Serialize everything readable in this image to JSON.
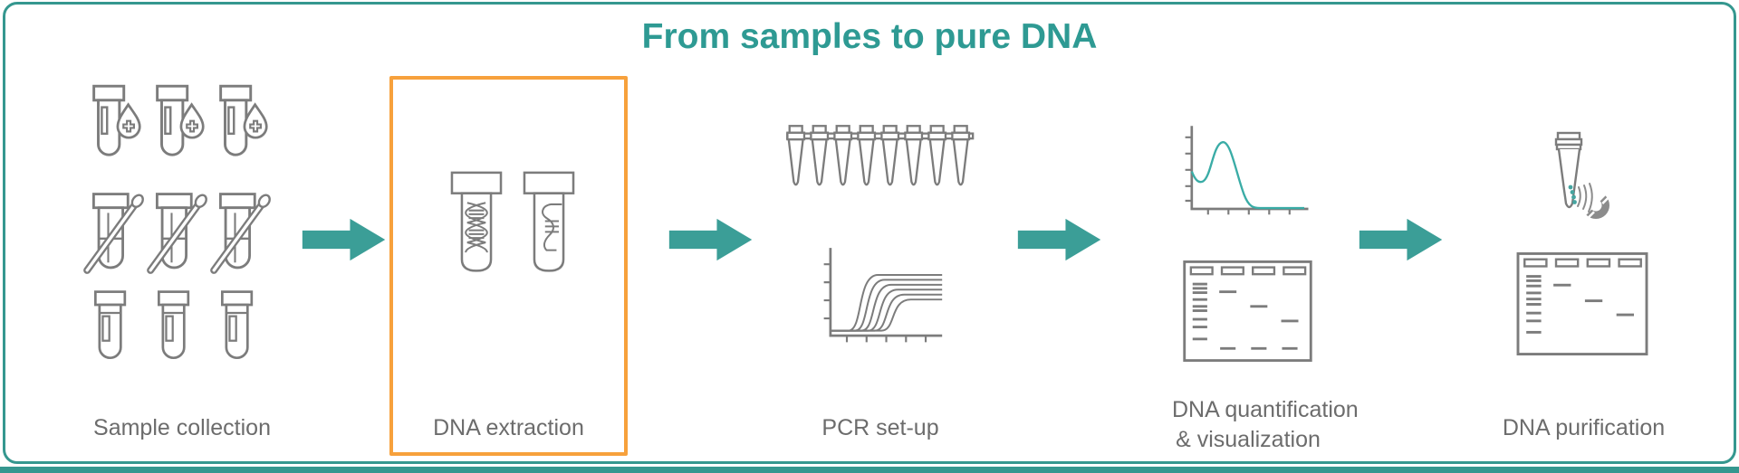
{
  "title": "From samples to pure DNA",
  "colors": {
    "teal_accent": "#2E9A93",
    "arrow_teal": "#3B9E97",
    "highlight_orange": "#F7A13C",
    "icon_gray": "#7C7C7C",
    "label_gray": "#6C6C6C",
    "spectrum_curve_teal": "#3AACA6",
    "magnet_gray": "#8C8C8C"
  },
  "stages": [
    {
      "label": "Sample collection",
      "icons": [
        "blood-tube-icon",
        "swab-tube-icon",
        "sample-tube-icon"
      ],
      "blood_tubes": 3,
      "swab_tubes": 3,
      "plain_tubes": 3
    },
    {
      "label": "DNA extraction",
      "highlighted": true,
      "icons": [
        "dna-helix-tube-icon",
        "dna-strand-tube-icon"
      ]
    },
    {
      "label": "PCR set-up",
      "icons": [
        "pcr-strip-tubes-icon",
        "amplification-curves-icon"
      ],
      "pcr_strip_tube_count": 8,
      "amplification_curve_count": 6
    },
    {
      "label_line1": "DNA quantification",
      "label_line2": "& visualization",
      "icons": [
        "absorbance-spectrum-icon",
        "gel-electrophoresis-icon"
      ],
      "gel_lanes": 4
    },
    {
      "label": "DNA purification",
      "icons": [
        "magnet-tube-icon",
        "gel-electrophoresis-icon"
      ],
      "gel_lanes": 4
    }
  ],
  "arrow_count": 4
}
